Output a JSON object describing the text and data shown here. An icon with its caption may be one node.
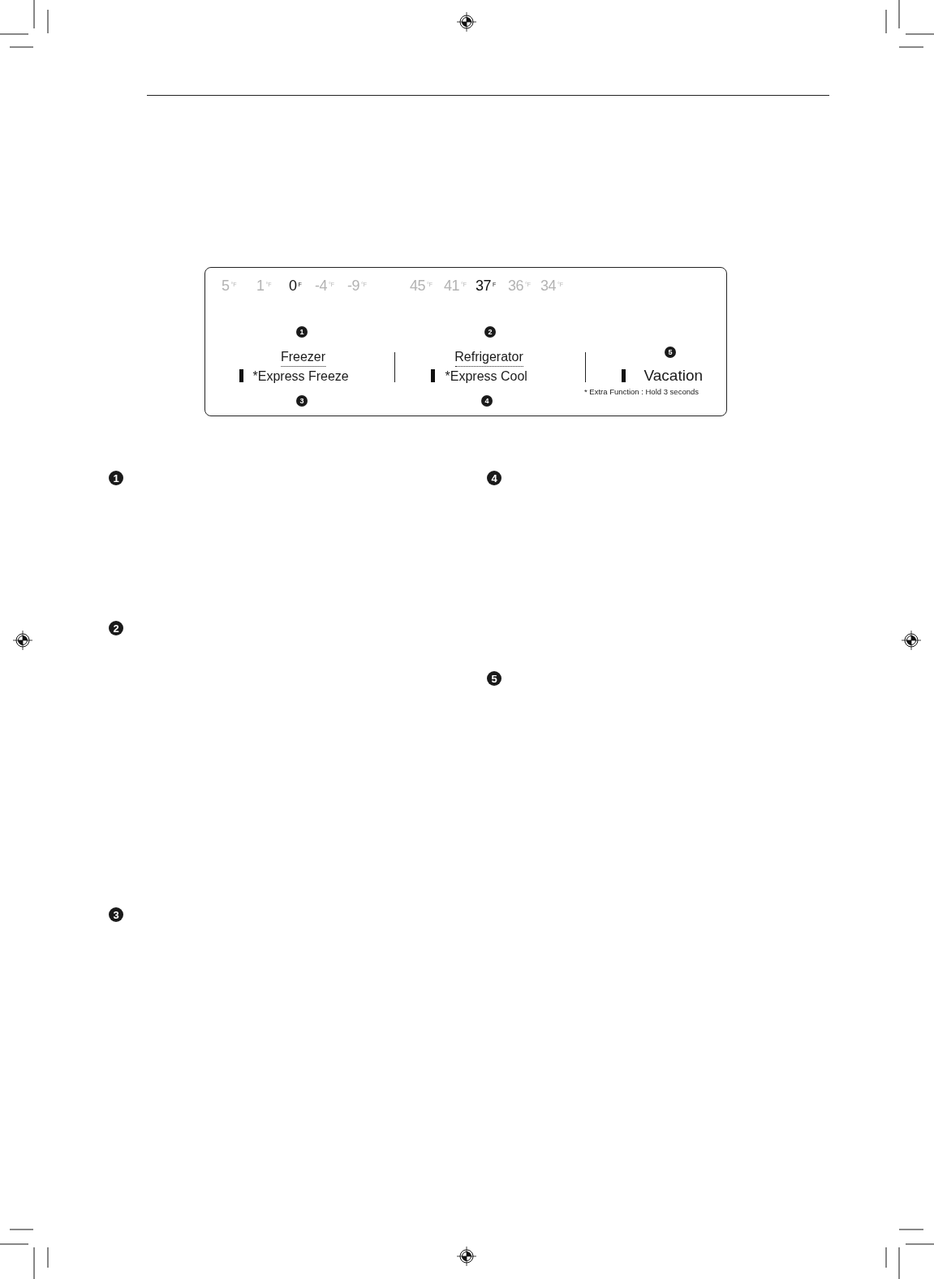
{
  "diagram": {
    "nodes": [
      {
        "text": [],
        "shape": "box"
      },
      {
        "text": [
          "Freezer",
          "*Express Freeze"
        ],
        "in": 0
      },
      {
        "text": [
          "Refrigerator",
          "*Express Cool"
        ],
        "in": 0
      },
      {
        "text": [
          "Vacation"
        ],
        "in": 0
      }
    ],
    "labels": [
      "5$^{°F}$",
      "1$^{°F}$",
      "0$^{F}$",
      "-4$^{°F}$",
      "-9$^{°F}$",
      "45$^{°F}$",
      "41$^{°F}$",
      "37$^{F}$",
      "36$^{°F}$",
      "34$^{°F}$",
      "1",
      "2",
      "5",
      "3",
      "4",
      "* Extra Function : Hold 3 seconds",
      "1",
      "2",
      "3",
      "4",
      "5"
    ]
  }
}
